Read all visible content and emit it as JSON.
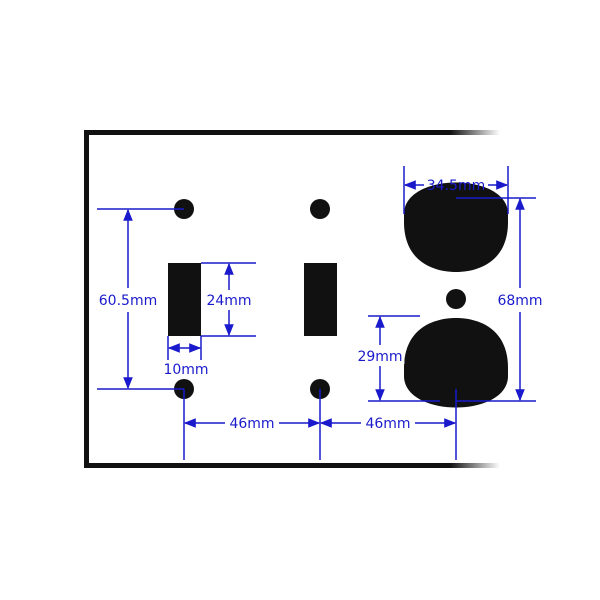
{
  "colors": {
    "background": "#ffffff",
    "plate_outline": "#111111",
    "cutout": "#111111",
    "dimension": "#1a1acc"
  },
  "dimensions": {
    "screw_spacing": "60.5mm",
    "toggle_opening_height": "24mm",
    "toggle_opening_width": "10mm",
    "gang_spacing_left": "46mm",
    "gang_spacing_right": "46mm",
    "receptacle_width": "34.5mm",
    "receptacle_total_height": "68mm",
    "receptacle_outlet_height": "29mm"
  }
}
